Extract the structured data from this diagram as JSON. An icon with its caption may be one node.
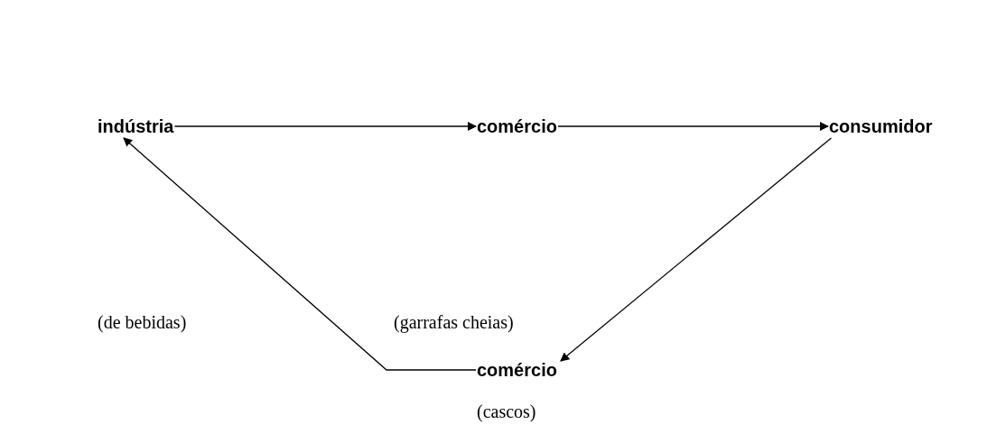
{
  "diagram": {
    "nodes": [
      {
        "text": [
          "indústria"
        ]
      },
      {
        "text": [
          "comércio"
        ]
      },
      {
        "text": [
          "consumidor"
        ]
      },
      {
        "text": [
          "comércio"
        ],
        "beside": [
          "(cascos)"
        ]
      }
    ],
    "edges": [
      {
        "from": 0,
        "to": 1,
        "arrow": "to"
      },
      {
        "from": 1,
        "to": 2,
        "arrow": "to"
      },
      {
        "from": 2,
        "to": 3,
        "arrow": "to"
      },
      {
        "from": 3,
        "to": 0,
        "arrow": "to"
      }
    ],
    "labels": [
      "(de bebidas)",
      "(garrafas cheias)"
    ]
  }
}
